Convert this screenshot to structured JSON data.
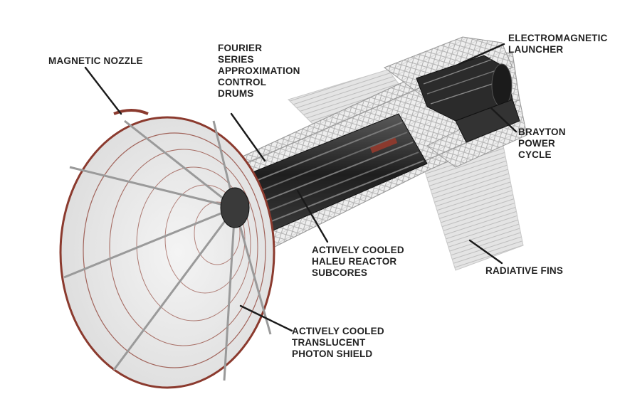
{
  "labels": {
    "magnetic_nozzle": "MAGNETIC NOZZLE",
    "control_drums": [
      "FOURIER",
      "SERIES",
      "APPROXIMATION",
      "CONTROL",
      "DRUMS"
    ],
    "em_launcher": [
      "ELECTROMAGNETIC",
      "LAUNCHER"
    ],
    "brayton": [
      "BRAYTON",
      "POWER",
      "CYCLE"
    ],
    "reactor_subcores": [
      "ACTIVELY COOLED",
      "HALEU REACTOR",
      "SUBCORES"
    ],
    "radiative_fins": "RADIATIVE FINS",
    "photon_shield": [
      "ACTIVELY COOLED",
      "TRANSLUCENT",
      "PHOTON SHIELD"
    ]
  },
  "colors": {
    "text": "#222222",
    "leader": "#1a1a1a",
    "nozzle_ring": "#8b3a2e",
    "truss": "#c9c9c9",
    "dark_component": "#2b2b2b"
  }
}
